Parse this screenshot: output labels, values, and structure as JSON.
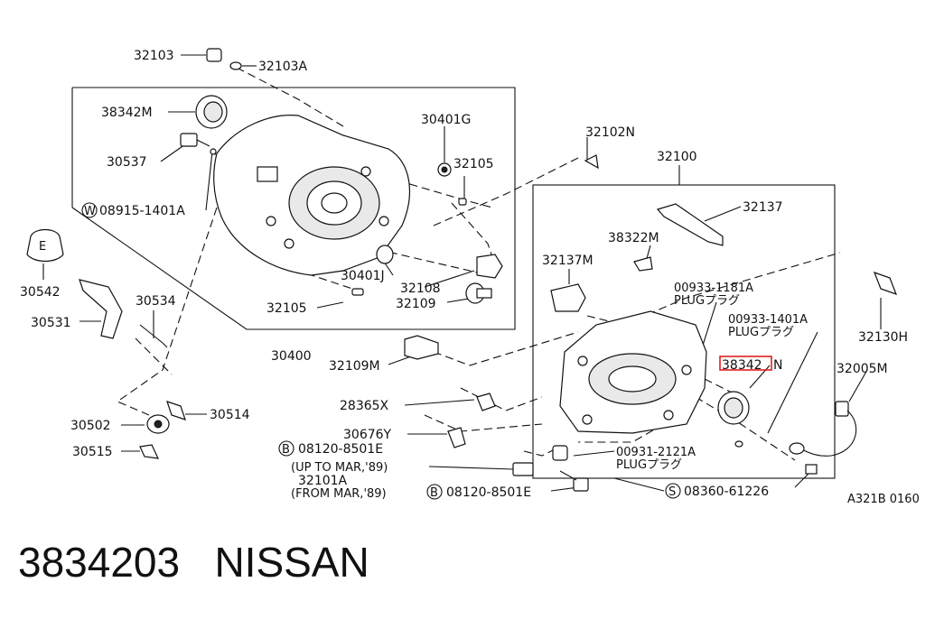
{
  "labels": {
    "p32103": "32103",
    "p32103A": "32103A",
    "p38342M": "38342M",
    "p30401G": "30401G",
    "p32102N": "32102N",
    "p32100": "32100",
    "p30537": "30537",
    "p32105a": "32105",
    "p08915": "08915-1401A",
    "p32137a": "32137",
    "p38322M": "38322M",
    "p32137M": "32137M",
    "p30542": "30542",
    "p30401J": "30401J",
    "p30534": "30534",
    "p32108": "32108",
    "p32109": "32109",
    "p30531": "30531",
    "p32105b": "32105",
    "p00933_1181A": "00933-1181A",
    "plug1": "PLUGプラグ",
    "p00933_1401A": "00933-1401A",
    "plug2": "PLUGプラグ",
    "p32130H": "32130H",
    "p30400": "30400",
    "p32109M": "32109M",
    "p38342N_a": "38342",
    "p38342N_b": "N",
    "p32005M": "32005M",
    "p28365X": "28365X",
    "p30502": "30502",
    "p30514": "30514",
    "p30676Y": "30676Y",
    "p30515": "30515",
    "p08120a": "08120-8501E",
    "p00931": "00931-2121A",
    "plug3": "PLUGプラグ",
    "upto": "(UP TO MAR,'89)",
    "p32101A": "32101A",
    "from": "(FROM MAR,'89)",
    "p08120b": "08120-8501E",
    "p08360": "08360-61226",
    "ref": "A321B 0160"
  },
  "badges": {
    "w": "W",
    "b1": "B",
    "b2": "B",
    "s": "S"
  },
  "footer": {
    "part_number": "3834203",
    "brand": "NISSAN"
  },
  "colors": {
    "highlight": "#e02020"
  }
}
